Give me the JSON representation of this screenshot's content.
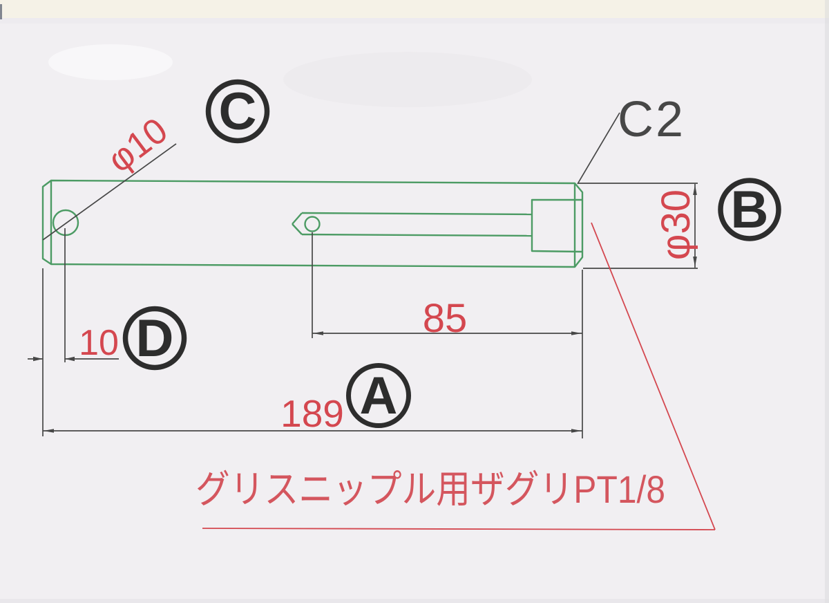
{
  "drawing": {
    "balloons": {
      "a": "A",
      "b": "B",
      "c": "C",
      "d": "D"
    },
    "dimensions": {
      "cross_hole_diameter": "φ10",
      "chamfer": "C2",
      "hole_offset": "10",
      "grease_hole_distance": "85",
      "overall_length": "189",
      "shaft_diameter": "φ30"
    },
    "note": "グリスニップル用ザグリPT1/8",
    "colors": {
      "outline_green": "#4c9b64",
      "dimension_red": "#d4474f",
      "line_dark": "#474747",
      "annotation_dark": "#3c3c3c",
      "paper": "#f1eff2",
      "scan_band": "#f5f2e7"
    }
  }
}
